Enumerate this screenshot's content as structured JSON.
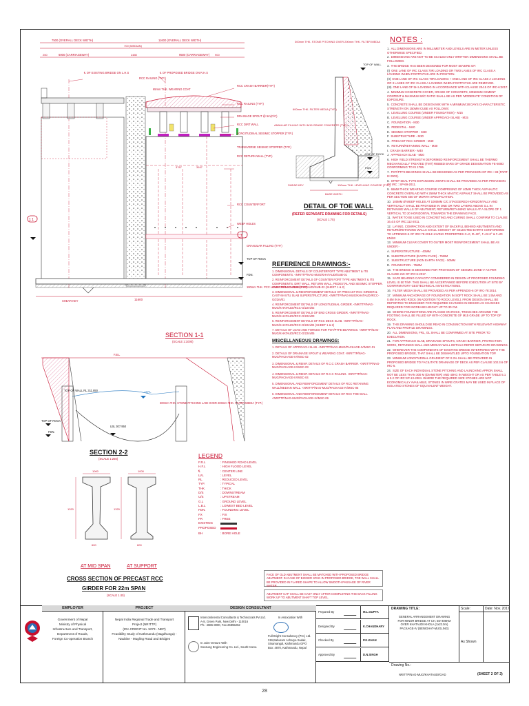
{
  "drawing": {
    "sec11_dims_top": {
      "overall_left": "7500 (OVERALL DECK WIDTH)",
      "overall_right": "11600 (OVERALL DECK WIDTH)",
      "median": "700 (MEDIAN)",
      "cw_left": "6000 (CARRIAGEWAY)",
      "cw_right": "9500 (CARRIAGEWAY)",
      "d250": "250",
      "d2480": "2480",
      "d900": "900"
    },
    "sec11_labels": {
      "existing_bridge": "℄ OF EXISTING BRIDGE ON L.H.S",
      "proposed_bridge": "℄ OF PROPOSED BRIDGE ON R.H.S",
      "rcc_railing_left": "RCC RAILING (TYP.)",
      "wearing_coat": "65mm THK. WEARING COAT",
      "crash_barrier": "RCC CRASH BARRIER(TYP.)",
      "rcc_railing": "RCC RAILING (TYP.)",
      "drainage_spout": "DRAINAGE SPOUT @ 5m(C/C)",
      "rcc_dirt_wall": "RCC DIRT WALL",
      "longitudinal_stopper": "LONGITUDINAL SEISMIC STOPPER (TYP.)",
      "transverse_stopper": "TRANSVERSE SEISMIC STOPPER (TYP.)",
      "rcc_return_wall": "RCC RETURN WALL (TYP.)",
      "rcc_counterfort": "RCC COUNTERFORT",
      "weep_holes": "WEEP HOLES",
      "granular_filling": "GRANULAR FILLING (TYP.)",
      "top_of_rock": "TOP OF ROCK",
      "fdn": "FDN.",
      "pcc_levelling": "100mm THK. PCC LEVELLING COURSE (TYP.)",
      "shear_key": "SHEAR KEY",
      "width_11600": "11600",
      "d3767": "3767",
      "d3167": "3167",
      "title": "SECTION 1-1",
      "scale": "(SCALE 1:1000)"
    },
    "toe_wall": {
      "filter_note": "300mm THK. STONE PITCHING OVER 200mm THK. FILTER MEDIA",
      "top_of_wall": "TOP OF WALL",
      "filter_media": "600mm THK. FILTER MEDIA (TYP.)",
      "annular_filling": "ANNULAR FILLING WITH M15 GRADE CONCRETE (TYP.)",
      "top_of_rock": "TOP OF ROCK",
      "fdn": "FDN.",
      "shear_key": "SHEAR KEY",
      "pcc": "100mm THK. LEVELLING COURSE (TYP.)",
      "base_width": "BASE WIDTH",
      "title": "DETAIL OF TOE WALL",
      "subtitle": "(REFER SEPARATE DRAWING FOR DETAILS)",
      "scale": "(SCALE 1:75)"
    },
    "sec22": {
      "fbl": "F.B.L",
      "top_of_wall": "TOP OF WALL RL 311.850",
      "hfl": "H.F.L",
      "lbl": "LBL 307.950",
      "top_of_rock": "TOP OF ROCK",
      "fdn": "FDN.",
      "stone_pitching": "300mm THK. STONE PITCHING LAID OVER 200mm THK. FILTER MEDIA (TYP.)",
      "title": "SECTION 2-2",
      "scale": "(SCALE 1:250)"
    },
    "girder": {
      "w1000": "1000",
      "w600": "600",
      "h1320": "1320",
      "at_mid_span": "AT MID SPAN",
      "at_support": "AT SUPPORT",
      "title1": "CROSS SECTION OF PRECAST RCC",
      "title2": "GIRDER FOR 22m SPAN",
      "scale": "(SCALE 1:40)"
    },
    "callouts": {
      "left": "1 1",
      "right": "1"
    }
  },
  "notes": {
    "heading": "NOTES :",
    "items": [
      {
        "n": "1.",
        "t": "ALL DIMENSIONS ARE IN MILLIMETER AND LEVELS ARE IN METER UNLESS OTHERWISE SPECIFIED."
      },
      {
        "n": "2.",
        "t": "DIMENSIONS ARE NOT TO BE SCALED ONLY WRITTEN DIMENSIONS SHALL BE FOLLOWED."
      },
      {
        "n": "3.",
        "t": "THE BRIDGE HAS BEEN DESIGNED FOR MOST SEVERE OF:"
      },
      {
        "n": "(i)",
        "t": "ONE LANE OF IRC CLASS 70R LOADING OR TWO LANES OF IRC CLASS A LOADING WHEN FOOTPATHS ARE IN POSITION."
      },
      {
        "n": "(ii)",
        "t": "ONE LANE OF IRC CLASS 70R LOADING + ONE LANE OF IRC CLASS A LOADING OR 3 LANES OF IRC CLASS A LOADING WHEN FOOTPATHS ARE REMOVED."
      },
      {
        "n": "(iii)",
        "t": "ONE LANE OF 5H LOADING IN ACCORDANCE WITH CLAUSE 204.5 OF IRC-6:2017."
      },
      {
        "n": "4.",
        "t": "MINIMUM CONCRETE COVER, GRADE OF CONCRETE, MINIMUM CEMENT CONTENT & MAXIMUM W/C RATIO SHALL BE AS PER 'MODERATE' CONDITION OF EXPOSURE."
      },
      {
        "n": "5.",
        "t": "CONCRETE SHALL BE DESIGN MIX WITH A MINIMUM 28 DAYS CHARACTERISTIC STRENGTH ON 150mm CUBE AS FOLLOWS:"
      },
      {
        "n": "a.",
        "t": "LEVELLING COURSE (UNDER FOUNDATION) - M15"
      },
      {
        "n": "b.",
        "t": "LEVELLING COURSE (UNDER APPROACH SLAB) - M15"
      },
      {
        "n": "c.",
        "t": "FOUNDATION - M30"
      },
      {
        "n": "d.",
        "t": "PEDESTAL - M40"
      },
      {
        "n": "e.",
        "t": "SEISMIC STOPPER - M40"
      },
      {
        "n": "f.",
        "t": "SUBSTRUCTURE - M30"
      },
      {
        "n": "g.",
        "t": "PRECAST RCC GIRDER - M40"
      },
      {
        "n": "h.",
        "t": "RETURN/RETAINING WALL - M30"
      },
      {
        "n": "i.",
        "t": "CRASH BARRIER - M40"
      },
      {
        "n": "j.",
        "t": "APPROACH SLAB - M30"
      },
      {
        "n": "6.",
        "t": "HIGH YIELD STRENGTH DEFORMED REINFORCEMENT SHALL BE THERMO MECHANICALLY TREATED (TMT) RIBBED BARS OF GRADE DESIGNATION FE-500D CONFORMING TO IS 1786."
      },
      {
        "n": "7.",
        "t": "POT/PTFE BEARINGS SHALL BE DESIGNED AS PER PROVISION OF IRC : 83 (PART-III 2002)."
      },
      {
        "n": "8.",
        "t": "STRIP SEAL TYPE EXPANSION JOINTS SHALL BE PROVIDED AS PER PROVISION OF IRC : SP-69-2011."
      },
      {
        "n": "9.",
        "t": "65mm THICK WEARING COURSE COMPRISING OF 40mm THICK ASPHALTIC CONCRETE OVERLAID WITH 25mm THICK MASTIC ASPHALT SHALL BE PROVIDED AS PER SECTION 500 OF MORTH SPECIFICATION."
      },
      {
        "n": "10.",
        "t": "100mm ø WEEP HOLES AT 1000mm C/C STAGGERED HORIZONTALLY AND VERTICALLY SHALL BE PROVIDED IN ONE OR TWO LAYERS ABOVE G.L IN RETAINING WALLS OF ABUTMENT, RETURN/RETAINING WALLS AT A SLOPE OF 1 VERTICAL TO 20 HORIZONTAL TOWARDS THE DRAINING FACE."
      },
      {
        "n": "11.",
        "t": "WATER TO BE USED IN CONCRETING AND CURING SHALL CONFIRM TO CLAUSE 16.4.5 OF IRC:112-2011."
      },
      {
        "n": "12.",
        "t": "LAYING, COMPACTION AND EXTENT OF BACKFILL BEHIND ABUTMENTS AND RETURN/RETAINING WALLS SHALL CONSIST OF SELECTED EARTH CONFORMING TO APPENDIX-6 OF IRC:78-2014 HAVING PROPERTIES C=0, φ=30°, γ=22.0° & γ=20 KN/M³."
      },
      {
        "n": "13.",
        "t": "MINIMUM CLEAR COVER TO OUTER MOST REINFORCEMENT SHALL BE AS UNDER:-"
      },
      {
        "n": "a.",
        "t": "SUPERSTRUCTURE - 40mm"
      },
      {
        "n": "b.",
        "t": "SUBSTRUCTURE (EARTH FACE) - 75mm"
      },
      {
        "n": "c.",
        "t": "SUBSTRUCTURE (NON EARTH FACE) - 50mm"
      },
      {
        "n": "d.",
        "t": "FOUNDATION - 75mm"
      },
      {
        "n": "14.",
        "t": "THE BRIDGE IS DESIGNED FOR PROVISION OF SEISMIC ZONE-V AS PER CLAUSE 219 OF IRC:6-2017."
      },
      {
        "n": "15.",
        "t": "SAFE BEARING CAPACITY CONSIDERED IN DESIGN AT PROPOSED FOUNDING LEVEL IS 50 T/M². THIS SHALL BE ASCERTAINED BEFORE EXECUTION AT SITE BY CONFIRMATORY GEOTECHNICAL INVESTIGATIONS."
      },
      {
        "n": "16.",
        "t": "FILTER MEDIA SHALL BE PROVIDED AS PER APPENDIX-6 OF IRC-78:2014."
      },
      {
        "n": "17.",
        "t": "MINIMUM ANCHORAGE OF FOUNDATION IN SOFT ROCK SHALL BE 1.5M AND 0.6M IN HARD ROCK (IN ADDITION TO ROCK LEVEL). FROM DESIGN SHALL BE REPORTED TO ENGINEER FOR REQUIRED CHANGES IN DESIGN AS CHANGES REQUIRED FOR INCREASE HEIGHT UP TO 30 CM."
      },
      {
        "n": "18.",
        "t": "WHERE FOUNDATIONS ARE PLACED ON ROCK, TRENCHES AROUND THE FOOTING SHALL BE FILLED UP WITH CONCRETE OF M15 GRADE UP TO TOP OF ROCK."
      },
      {
        "n": "19.",
        "t": "THIS DRAWING SHOULD BE READ IN CONJUNCTION WITH RELEVANT HIGHWAY PLAN AND PROFILE DRAWINGS."
      },
      {
        "n": "20.",
        "t": "ALL DIMENSIONS, FRL, GL SHALL BE CONFIRMED AT SITE PRIOR TO EXECUTION."
      },
      {
        "n": "21.",
        "t": "FOR APPROACH SLAB, DRAINAGE SPOUTS, CRASH BARRIER, PROTECTION WORK, RETAINING WALL AND MEDIAN WALL DETAILS REFER SEPARATE DRAWINGS."
      },
      {
        "n": "22.",
        "t": "WHEREVER THE COMPONENTS OF EXISTING BRIDGE INTERFERES WITH THE PROPOSED BRIDGE, THAT SHALL BE DISMANTLED UPTO FOUNDATION TOP."
      },
      {
        "n": "23.",
        "t": "MINIMUM LONGITUDINAL GRADIENT OF 0.3% SHALL BE PROVIDED IN PROPOSED BRIDGE TO FACILITATE DRAINAGE OF DECK AS PER CLAUSE 102.3.6 OF IRC-5."
      },
      {
        "n": "24.",
        "t": "SIZE OF EACH INDIVIDUAL STONE PITCHING AND LAUNCHING APRON SHALL NOT BE LESS THAN 300 M (DIAMETER) AND 40KG IN WEIGHT OR AS PER TABLE 5.1 & 5.2 OF IRC:SP-13-2004. WHERE THE REQUIRED SIZE STONES ARE NOT ECONOMICALLY AVAILABLE, STONES IN WIRE CRATES MAY BE USED IN PLACE OF ISOLATED STONES OF EQUIVALENT WEIGHT."
      }
    ]
  },
  "reference": {
    "heading": "REFERENCE DRAWINGS:-",
    "items": [
      "1. DIMENSIONAL DETAILS OF COUNTERFORT TYPE ABUTMENT & ITS COMPONENTS. <NRITTP/NAG-MUG/KHATAUDI/SUB-01",
      "2. REINFORCEMENT DETAILS OF COUNTER FORT TYPE ABUTMENT & ITS COMPONENTS, DIRT WALL, RETURN WALL, PEDESTAL AND SEISMIC STOPPER. <NRITTP/NAG-MUG/KHATAUDI/SUB-02 (SHEET 1 & 2)",
      "3. DIMENSIONAL & REINFORCEMENT DETAILS OF PRECAST RCC GIRDER & CAST-IN-SITU SLAB SUPERSTRUCTURE. <NRITTP/NAG-MUG/KHATAUDI/RCC-G/22m/01",
      "4. REINFORCEMENT DETAILS OF LONGITUDINAL GIRDER. <NRITTP/NAG-MUG/KHATAUDI/RCC-G/22m/02",
      "5. REINFORCEMENT DETAILS OF END CROSS GIRDER. <NRITTP/NAG-MUG/KHATAUDI/RCC-G/22m/03",
      "6. REINFORCEMENT DETAILS OF RCC DECK SLAB. <NRITTP/NAG-MUG/KHATAUDI/RCC-G/22m/04 (SHEET 1 & 2)",
      "7. DETAILS OF LOAD AND FORCES FOR POT/PTFE BEARINGS. <NRITTP/NAG-MUG/KHATAUDI/RCC-G/22m/05"
    ],
    "misc_heading": "MISCELLANEOUS DRAWINGS:",
    "misc": [
      "1. DETAILS OF APPROACH SLAB. <NRITTP/NAG-MUG/PACKAGE-IV/MSC-01",
      "2. DETAILS OF DRAINAGE SPOUT & WEARING COAT. <NRITTP/NAG-MUG/PACKAGE-IV/MSC-02",
      "3. DIMENSIONAL & REINF. DETAILS OF R.C.C CRASH BARRIER. <NRITTP/NAG-MUG/PACKAGE-IV/MSC-03",
      "4. DIMENSIONAL & REINF. DETAILS OF R.C.C RAILING. <NRITTP/NAG-MUG/PACKAGE-IV/MSC-04",
      "5. DIMENSIONAL AND REINFORCEMENT DETAILS OF RCC RETAINING WALL/MEDIAN WALL. <NRITTP/NAG-MUG/PACKAGE-IV/MSC-05",
      "6. DIMENSIONAL AND REINFORCEMENT DETAILS OF RCC TOE WALL. <NRITTP/NAG-MUG/PACKAGE-IV/MSC-06"
    ]
  },
  "legend": {
    "heading": "LEGEND",
    "rows": [
      [
        "F.R.L",
        ": FINISHED ROAD LEVEL"
      ],
      [
        "H.F.L",
        ": HIGH FLOOD LEVEL"
      ],
      [
        "℄",
        ": CENTER LINE"
      ],
      [
        "LVL",
        ": LEVEL"
      ],
      [
        "RL",
        ": REDUCED LEVEL"
      ],
      [
        "TYP.",
        ": TYPICAL"
      ],
      [
        "THK.",
        ": THICK"
      ],
      [
        "D/S",
        ": DOWNSTREAM"
      ],
      [
        "U/S",
        ": UPSTREAM"
      ],
      [
        "G.L",
        ": GROUND LEVEL"
      ],
      [
        "L.B.L",
        ": LOWEST BED LEVEL"
      ],
      [
        "FDN.",
        ": FOUNDING LEVEL"
      ],
      [
        "FX",
        ": FIX"
      ],
      [
        "FR",
        ": FREE"
      ],
      [
        "EXISTING",
        ""
      ],
      [
        "PROPOSED",
        ""
      ],
      [
        "BH",
        ": BORE HOLE"
      ]
    ]
  },
  "remarks": {
    "r1": "FACE OF OLD ABUTMENT SHALL BE MATCHED WITH PROPOSED BRIDGE ABUTMENT. IN CASE OF BIGGER SPAN IN PROPOSED BRIDGE, TOE WALL SHALL BE PROVIDED IN FLARED SHAPE TO ALLOW SMOOTH PASSAGE OF RIVER WATER.",
    "r2": "ABUTMENT CAP SHALL BE CAST ONLY AFTER COMPLETING THE BACK FILLING WORK UP TO ABUTMENT SHAFT TOP LEVEL."
  },
  "titleblock": {
    "employer_head": "EMPLOYER",
    "employer": [
      "Government of Nepal",
      "Ministry of Physical",
      "Infrastructure and Transport,",
      "Department of Roads,",
      "Foreign Co-operation Branch"
    ],
    "project_head": "PROJECT",
    "project": [
      "Nepal India Regional Trade and Transport",
      "Project (NRITTP)",
      "(IDA CREDIT No. 5273 - NEP)",
      "Feasibility Study of Kathmandu (Nagdhunga) -",
      "Naubise - Mugling Road and Bridges"
    ],
    "consultant_head": "DESIGN CONSULTANT",
    "consultant1": [
      "Intercontinental Consultants & Technocrats Pvt.Ltd.",
      "A-8, Green Park, New Delhi - 110016",
      "Ph.: 4686-3000, Fax 26855252"
    ],
    "jv": [
      "In Joint Venture With",
      "Soosung Engineering Co. Ltd., South Korea"
    ],
    "association": "In Association With",
    "consultant2": [
      "Full Bright Consultancy (Pvt.) Ltd.",
      "316,Baburam Acharya Sadak,",
      "Sinamangal, Kathmandu GPO",
      "Box: 4870, Kathmandu, Nepal"
    ],
    "signs": [
      {
        "role": "Prepared By",
        "name": "M.L.GUPTA"
      },
      {
        "role": "Designed By",
        "name": "K.CHAUDHARY"
      },
      {
        "role": "Checked By",
        "name": "P.K.KHAN"
      },
      {
        "role": "Approved By",
        "name": "D.N.SINGH"
      }
    ],
    "drawing_title_head": "DRAWING TITLE:",
    "drawing_title": [
      "GENERAL ARRANGEMENT DRAWING",
      "FOR MINOR BRIDGE AT CH. 55+406KM",
      "OVER KHATAUDI KHOLA (1x22.0m)",
      "PACKAGE-IV (BENIGHAT-MUGLING)"
    ],
    "scale_head": "Scale:",
    "scale": "As Shown",
    "date_head": "Date: Nov. 2017",
    "drawing_no_head": "Drawing No.:",
    "drawing_no": "NRITTP/NAG-MUG/KHATAUDI/GAD",
    "sheet": "(SHEET 2 OF 2)"
  },
  "page_number": "28"
}
